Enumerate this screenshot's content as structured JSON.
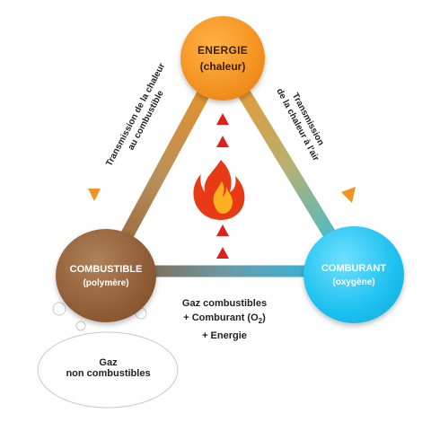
{
  "nodes": {
    "energy": {
      "line1": "ENERGIE",
      "line2": "(chaleur)",
      "color": "#f39220"
    },
    "fuel": {
      "line1": "COMBUSTIBLE",
      "line2": "(polymère)",
      "color": "#8d5a33"
    },
    "oxidizer": {
      "line1": "COMBURANT",
      "line2": "(oxygène)",
      "color": "#1cc0f0"
    }
  },
  "labels": {
    "left_side": {
      "line1": "Transmission de la chaleur",
      "line2": "au combustible"
    },
    "right_side": {
      "line1": "Transmission",
      "line2": "de la chaleur à l'air"
    }
  },
  "center": {
    "gas_line1": "Gaz combustibles",
    "gas_line2_prefix": "+ Comburant (O",
    "gas_line2_sub": "2",
    "gas_line2_suffix": ")",
    "gas_line3": "+ Energie",
    "icon": "flame-icon"
  },
  "cloud": {
    "line1": "Gaz",
    "line2": "non combustibles"
  },
  "colors": {
    "arrow": "#f39220",
    "up_arrows": "#e02020",
    "flame_outer": "#e83a14",
    "flame_inner": "#ffb020"
  }
}
